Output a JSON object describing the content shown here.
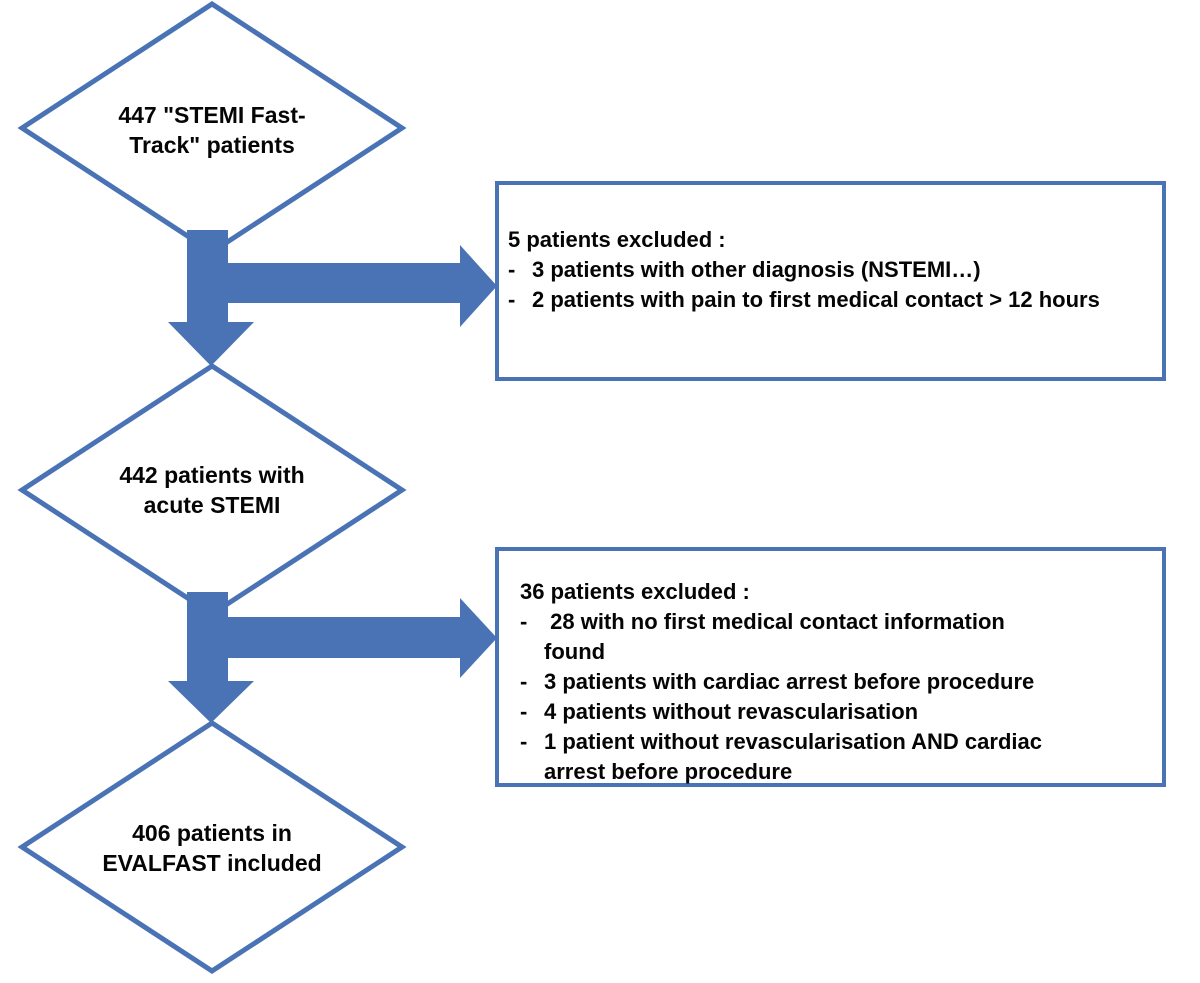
{
  "palette": {
    "blue": "#4a73b5",
    "box_border": "#4a73b5",
    "text": "#050505",
    "background": "#ffffff"
  },
  "bullet": "-",
  "diamonds": [
    {
      "name": "stemi-fast-track",
      "line1": "447 \"STEMI Fast-",
      "line2": "Track\" patients"
    },
    {
      "name": "acute-stemi",
      "line1": "442 patients with",
      "line2": "acute STEMI"
    },
    {
      "name": "evalfast-included",
      "line1": "406 patients in",
      "line2": "EVALFAST included"
    }
  ],
  "exclusions": [
    {
      "title": "5 patients excluded :",
      "items": [
        "3 patients with other diagnosis (NSTEMI…)",
        "2 patients with pain to first medical contact > 12 hours"
      ]
    },
    {
      "title": "36 patients excluded :",
      "items": [
        " 28 with no first medical contact information\nfound",
        "3 patients with cardiac arrest before procedure",
        "4 patients without revascularisation",
        "1 patient without revascularisation AND cardiac\narrest before procedure"
      ]
    }
  ]
}
